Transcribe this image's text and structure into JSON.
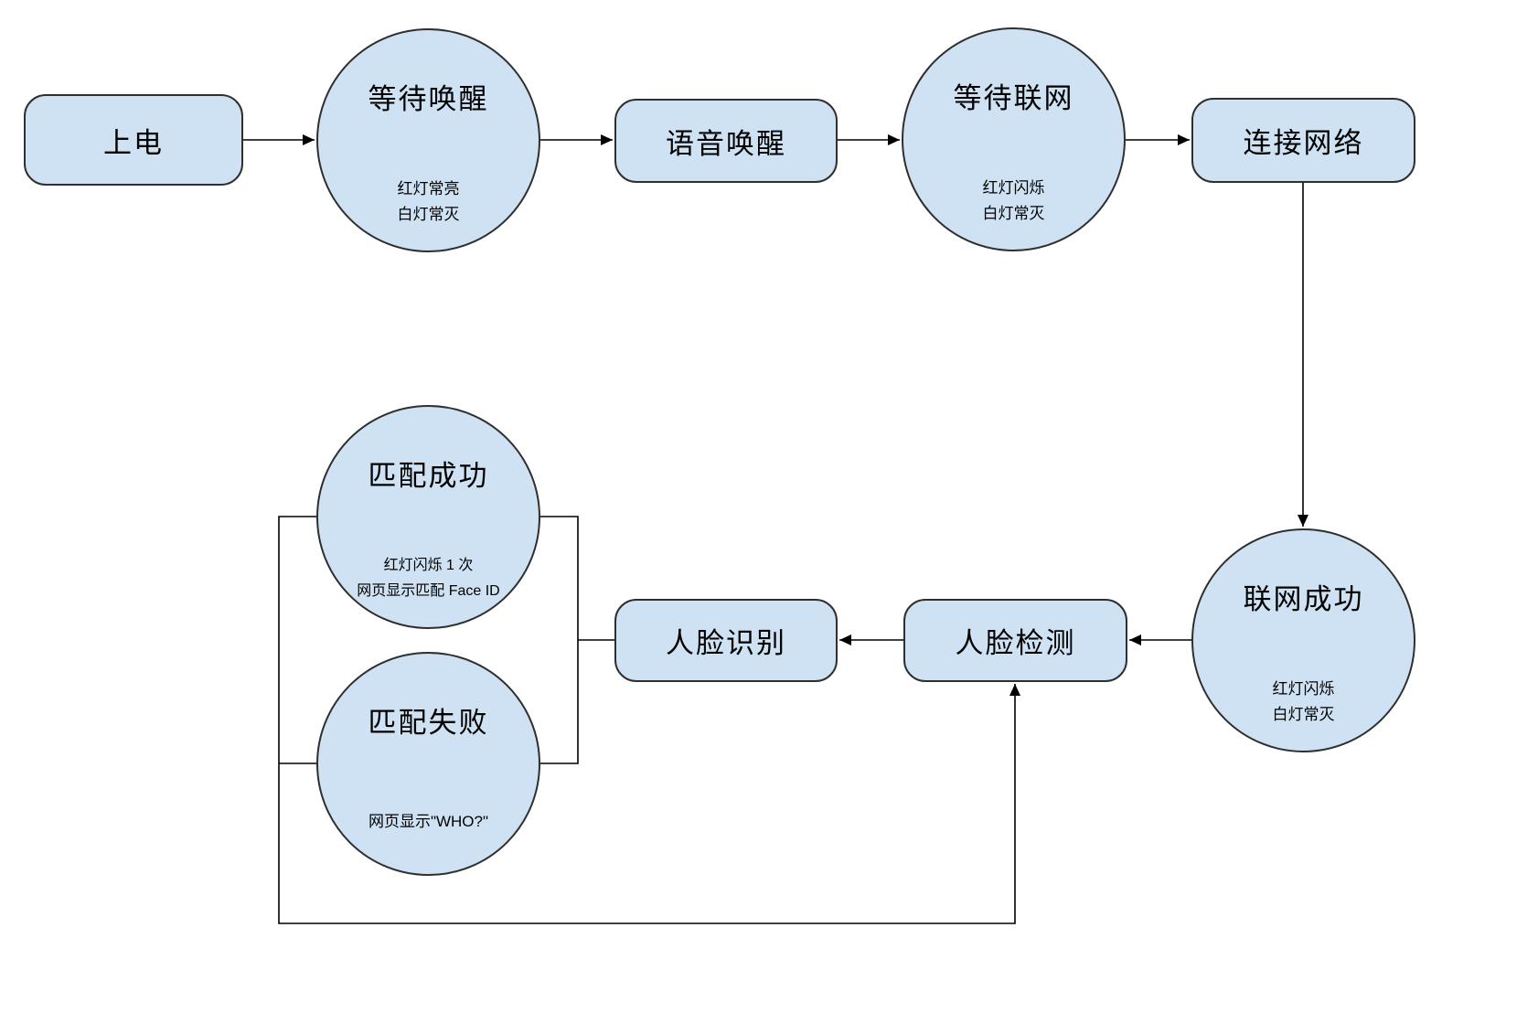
{
  "diagram": {
    "colors": {
      "node_fill": "#cfe2f3",
      "node_border": "#2f2f2f",
      "line": "#000000",
      "background": "#ffffff"
    },
    "nodes": {
      "power_on": {
        "label": "上电"
      },
      "wait_wake": {
        "title": "等待唤醒",
        "note1": "红灯常亮",
        "note2": "白灯常灭"
      },
      "voice_wake": {
        "label": "语音唤醒"
      },
      "wait_network": {
        "title": "等待联网",
        "note1": "红灯闪烁",
        "note2": "白灯常灭"
      },
      "connect_network": {
        "label": "连接网络"
      },
      "network_success": {
        "title": "联网成功",
        "note1": "红灯闪烁",
        "note2": "白灯常灭"
      },
      "face_detect": {
        "label": "人脸检测"
      },
      "face_recognize": {
        "label": "人脸识别"
      },
      "match_success": {
        "title": "匹配成功",
        "note1": "红灯闪烁 1 次",
        "note2": "网页显示匹配 Face ID"
      },
      "match_fail": {
        "title": "匹配失败",
        "note1": "网页显示\"WHO?\""
      }
    }
  }
}
